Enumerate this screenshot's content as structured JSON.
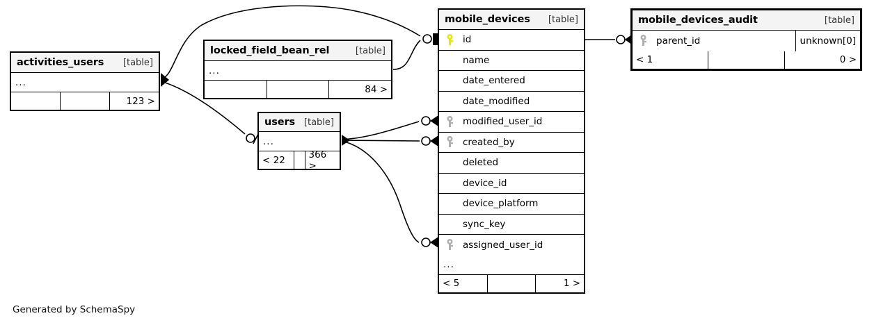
{
  "diagram": {
    "generator_note": "Generated by SchemaSpy",
    "kind_label": "[table]",
    "ellipsis": "...",
    "colors": {
      "primary_key": "#e8e800",
      "foreign_key": "#b0b0b0",
      "border": "#000000",
      "header_fill": "#f4f4f4",
      "background": "#ffffff"
    }
  },
  "tables": {
    "activities_users": {
      "name": "activities_users",
      "kind": "[table]",
      "ellipsis": "...",
      "footer": {
        "left": "",
        "middle": "",
        "right": "123 >"
      }
    },
    "locked_field_bean_rel": {
      "name": "locked_field_bean_rel",
      "kind": "[table]",
      "ellipsis": "...",
      "footer": {
        "left": "",
        "middle": "",
        "right": "84 >"
      }
    },
    "users": {
      "name": "users",
      "kind": "[table]",
      "ellipsis": "...",
      "footer": {
        "left": "< 22",
        "middle": "",
        "right": "366 >"
      }
    },
    "mobile_devices": {
      "name": "mobile_devices",
      "kind": "[table]",
      "ellipsis": "...",
      "columns": [
        {
          "label": "id",
          "key": "primary"
        },
        {
          "label": "name",
          "key": "none"
        },
        {
          "label": "date_entered",
          "key": "none"
        },
        {
          "label": "date_modified",
          "key": "none"
        },
        {
          "label": "modified_user_id",
          "key": "foreign"
        },
        {
          "label": "created_by",
          "key": "foreign"
        },
        {
          "label": "deleted",
          "key": "none"
        },
        {
          "label": "device_id",
          "key": "none"
        },
        {
          "label": "device_platform",
          "key": "none"
        },
        {
          "label": "sync_key",
          "key": "none"
        },
        {
          "label": "assigned_user_id",
          "key": "foreign"
        }
      ],
      "footer": {
        "left": "< 5",
        "middle": "",
        "right": "1 >"
      }
    },
    "mobile_devices_audit": {
      "name": "mobile_devices_audit",
      "kind": "[table]",
      "columns": [
        {
          "label": "parent_id",
          "key": "foreign",
          "type": "unknown[0]"
        }
      ],
      "footer": {
        "left": "< 1",
        "middle": "",
        "right": "0 >"
      }
    }
  }
}
